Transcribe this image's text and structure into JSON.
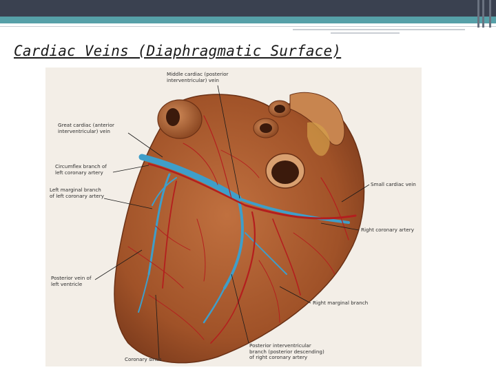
{
  "slide": {
    "title": "Cardiac Veins (Diaphragmatic Surface)"
  },
  "figure": {
    "labels": [
      "Middle cardiac (posterior\ninterventricular) vein",
      "Great cardiac (anterior\ninterventricular) vein",
      "Circumflex branch of\nleft coronary artery",
      "Left marginal branch\nof left coronary artery",
      "Small cardiac vein",
      "Right coronary artery",
      "Posterior vein of\nleft ventricle",
      "Right marginal branch",
      "Coronary sinus",
      "Posterior interventricular\nbranch (posterior descending)\nof right coronary artery"
    ]
  },
  "colors": {
    "header": "#3a4150",
    "accent_stripe": "#56a0a8",
    "heart_muscle": "#a8582c",
    "vein": "#3f9ec9",
    "artery": "#b41e1e"
  }
}
